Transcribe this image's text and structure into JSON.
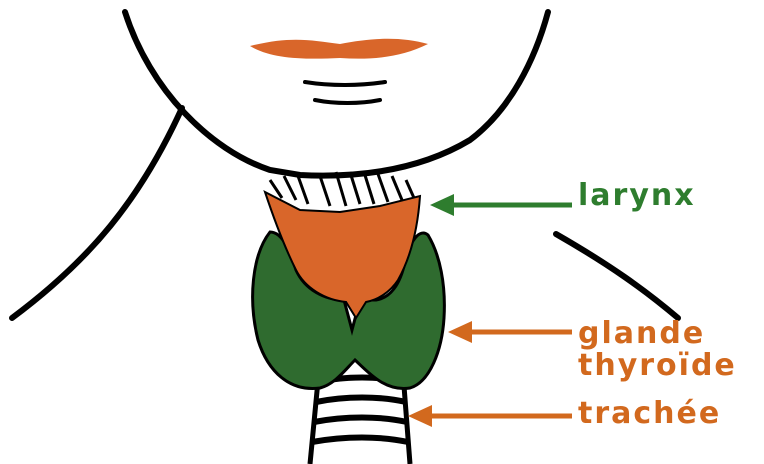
{
  "labels": {
    "larynx": "larynx",
    "glande": "glande",
    "thyroide": "thyroïde",
    "trachee": "trachée"
  },
  "colors": {
    "larynx_label": "#2e7d2e",
    "thyroid_label": "#d2691e",
    "trachea_label": "#d2691e",
    "larynx_fill": "#d9662a",
    "thyroid_fill": "#2f6b2f",
    "lips_fill": "#d9662a",
    "outline": "#000000"
  },
  "icons": {
    "larynx_arrow": "arrow-left-icon",
    "thyroid_arrow": "arrow-left-icon",
    "trachea_arrow": "arrow-left-icon"
  }
}
